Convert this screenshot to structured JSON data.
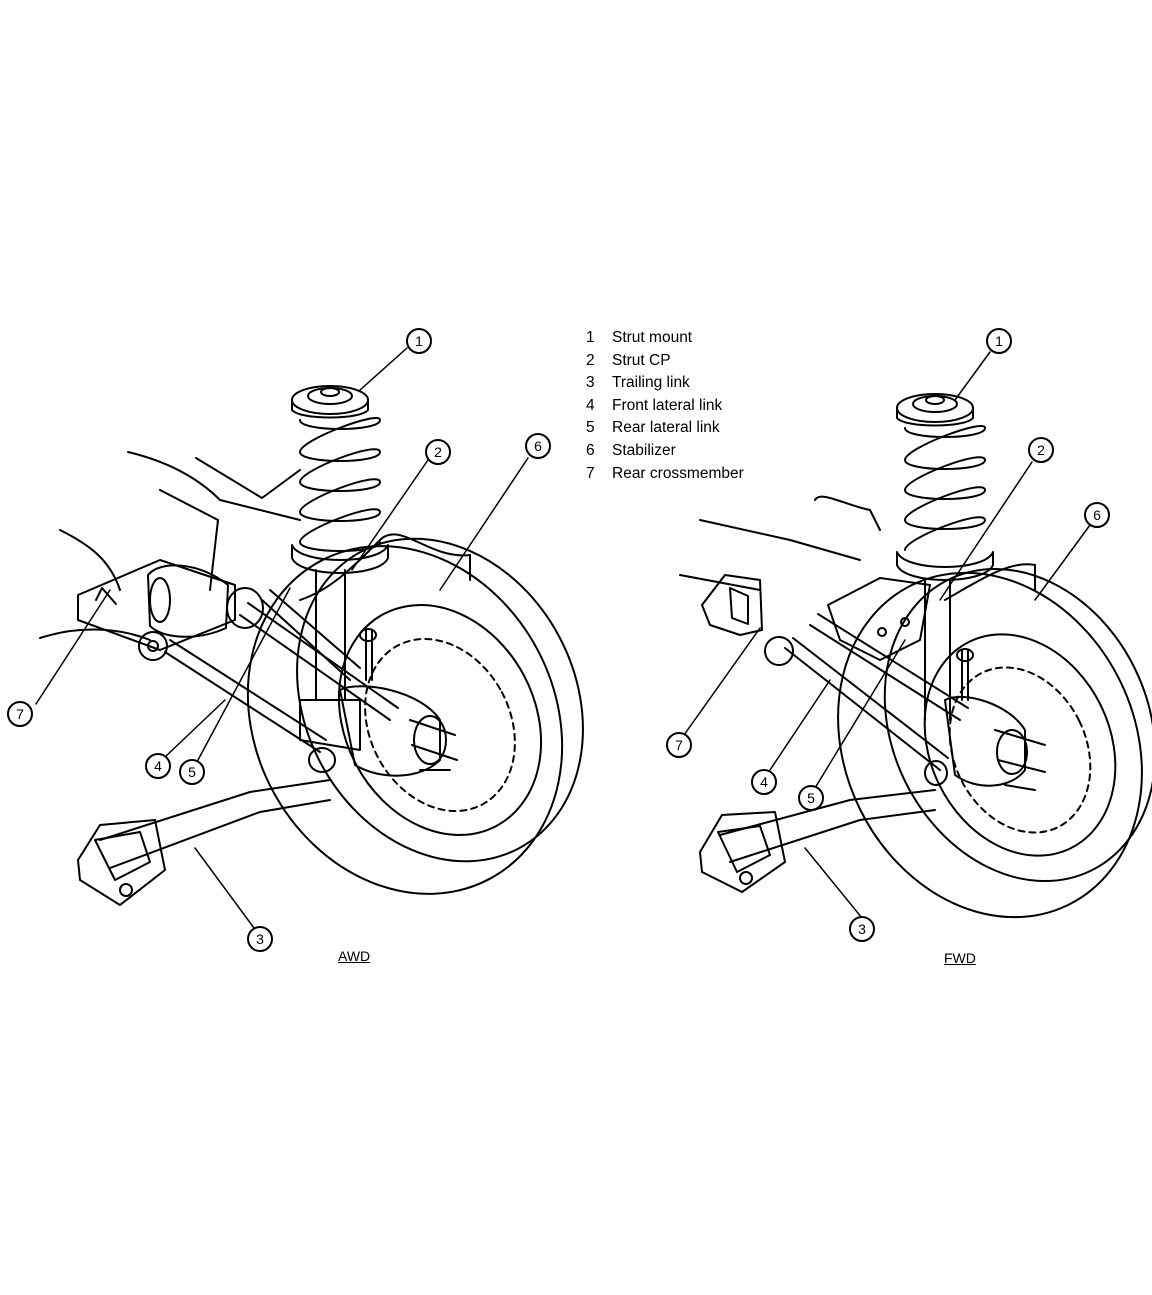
{
  "legend": [
    {
      "number": "1",
      "label": "Strut mount"
    },
    {
      "number": "2",
      "label": "Strut CP"
    },
    {
      "number": "3",
      "label": "Trailing link"
    },
    {
      "number": "4",
      "label": "Front lateral link"
    },
    {
      "number": "5",
      "label": "Rear lateral link"
    },
    {
      "number": "6",
      "label": "Stabilizer"
    },
    {
      "number": "7",
      "label": "Rear crossmember"
    }
  ],
  "views": {
    "awd": {
      "caption": "AWD"
    },
    "fwd": {
      "caption": "FWD"
    }
  },
  "callout_numbers": [
    "1",
    "2",
    "3",
    "4",
    "5",
    "6",
    "7"
  ],
  "colors": {
    "ink": "#000000",
    "paper": "#ffffff"
  }
}
